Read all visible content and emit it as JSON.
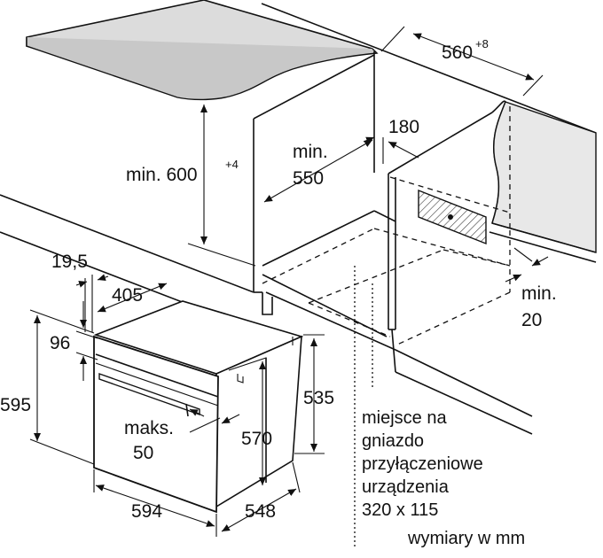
{
  "dimensions": {
    "niche_width": "560",
    "niche_width_tolerance": "+8",
    "niche_height_label": "min. 600",
    "niche_height_tolerance": "+4",
    "niche_depth_line1": "min.",
    "niche_depth_line2": "550",
    "vent_depth": "180",
    "gap_bottom_line1": "min.",
    "gap_bottom_line2": "20",
    "front_offset": "19,5",
    "top_depth": "405",
    "panel_height": "96",
    "overall_height": "595",
    "body_height": "535",
    "inner_height": "570",
    "door_gap_line1": "maks.",
    "door_gap_line2": "50",
    "width": "594",
    "depth": "548"
  },
  "notes": {
    "socket_line1": "miejsce na",
    "socket_line2": "gniazdo",
    "socket_line3": "przyłączeniowe",
    "socket_line4": "urządzenia",
    "socket_line5": "320 x 115",
    "units": "wymiary w mm"
  },
  "colors": {
    "worktop": "#d9d9d9",
    "socket_hatch": "#bdbdbd",
    "shade": "#e6e6e6"
  }
}
